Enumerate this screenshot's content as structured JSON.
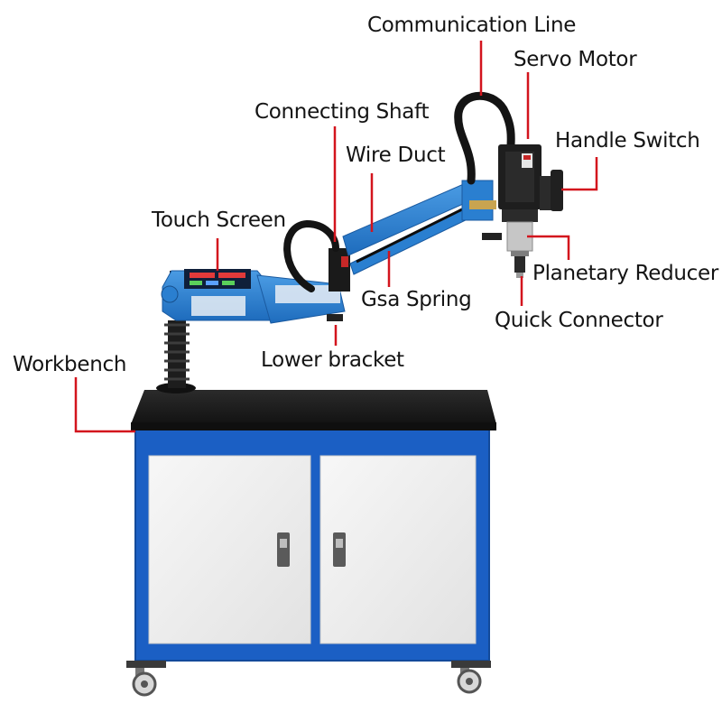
{
  "labels": {
    "communication_line": "Communication Line",
    "servo_motor": "Servo Motor",
    "connecting_shaft": "Connecting Shaft",
    "handle_switch": "Handle Switch",
    "wire_duct": "Wire Duct",
    "touch_screen": "Touch Screen",
    "planetary_reducer": "Planetary Reducer",
    "gsa_spring": "Gsa Spring",
    "quick_connector": "Quick Connector",
    "workbench": "Workbench",
    "lower_bracket": "Lower bracket"
  },
  "colors": {
    "leader_line": "#d3141d",
    "machine_blue": "#2a7fd0",
    "cabinet_blue": "#1b5fc4",
    "tabletop": "#1c1c1c",
    "door_panel": "#f1f1f1"
  }
}
